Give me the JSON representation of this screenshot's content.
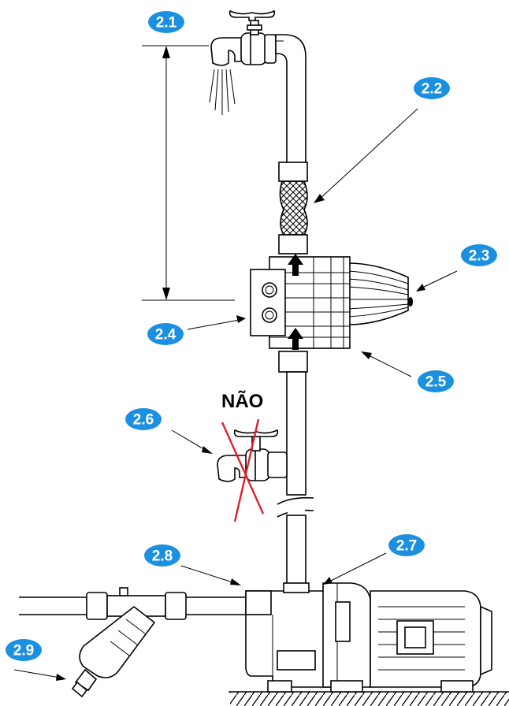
{
  "labels": {
    "l21": "2.1",
    "l22": "2.2",
    "l23": "2.3",
    "l24": "2.4",
    "l25": "2.5",
    "l26": "2.6",
    "l27": "2.7",
    "l28": "2.8",
    "l29": "2.9"
  },
  "warning_text": "NÃO",
  "colors": {
    "badge": "#1b8fe0",
    "badge_text": "#ffffff",
    "forbidden_cross": "#e0202a",
    "arrow_up": "#000000"
  },
  "icons": {
    "tap": "faucet-icon",
    "flexible_hose": "braided-hose-icon",
    "controller": "pressure-controller-icon",
    "pump": "electric-pump-icon",
    "filter": "y-filter-icon"
  }
}
